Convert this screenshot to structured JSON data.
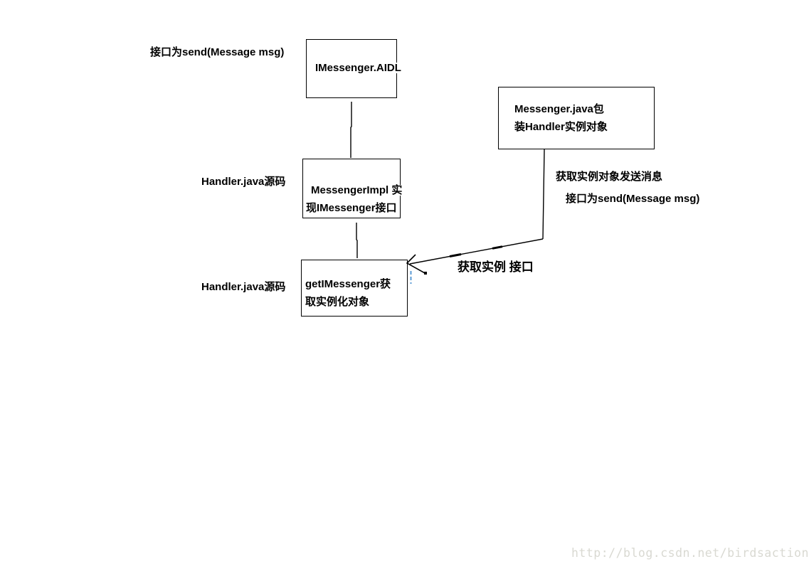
{
  "diagram": {
    "boxes": {
      "imessenger_aidl": {
        "label": "IMessenger.AIDL"
      },
      "messenger_java": {
        "line1": "Messenger.java包",
        "line2": "装Handler实例对象"
      },
      "messenger_impl": {
        "line1": "MessengerImpl 实",
        "line2": "现IMessenger接口"
      },
      "get_imessenger": {
        "line1": "getIMessenger获",
        "line2": "取实例化对象"
      }
    },
    "labels": {
      "send_interface_top": "接口为send(Message msg)",
      "handler_source_upper": "Handler.java源码",
      "handler_source_lower": "Handler.java源码",
      "get_instance_send_message": "获取实例对象发送消息",
      "send_interface_right": "接口为send(Message msg)",
      "get_instance_interface": "获取实例 接口"
    },
    "colors": {
      "line": "#000000",
      "text": "#000000",
      "background": "#ffffff",
      "caret": "#5b9bd5",
      "watermark": "#d9d9d2"
    }
  },
  "watermark": {
    "text": "http://blog.csdn.net/birdsaction"
  }
}
